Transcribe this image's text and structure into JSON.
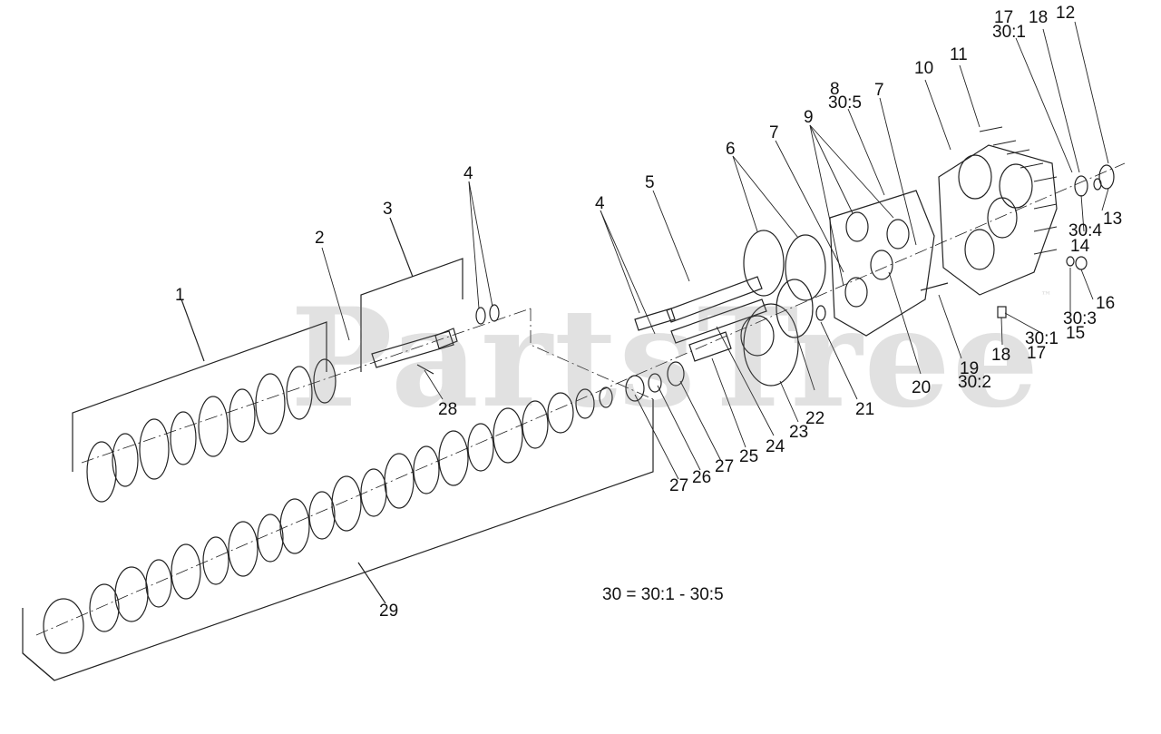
{
  "watermark": "PartsTree",
  "watermark_tm": "™",
  "note": "30 = 30:1 - 30:5",
  "callouts": {
    "c1": "1",
    "c2": "2",
    "c3": "3",
    "c4a": "4",
    "c4b": "4",
    "c5": "5",
    "c6": "6",
    "c7a": "7",
    "c7b": "7",
    "c8": "8",
    "c30_5": "30:5",
    "c9": "9",
    "c10": "10",
    "c11": "11",
    "c12": "12",
    "c17a": "17",
    "c30_1a": "30:1",
    "c18a": "18",
    "c13": "13",
    "c30_4": "30:4",
    "c14": "14",
    "c16": "16",
    "c30_3": "30:3",
    "c15": "15",
    "c30_1b": "30:1",
    "c17b": "17",
    "c18b": "18",
    "c19": "19",
    "c30_2": "30:2",
    "c20": "20",
    "c21": "21",
    "c22": "22",
    "c23": "23",
    "c24": "24",
    "c25": "25",
    "c27a": "27",
    "c26": "26",
    "c27b": "27",
    "c28": "28",
    "c29": "29"
  }
}
